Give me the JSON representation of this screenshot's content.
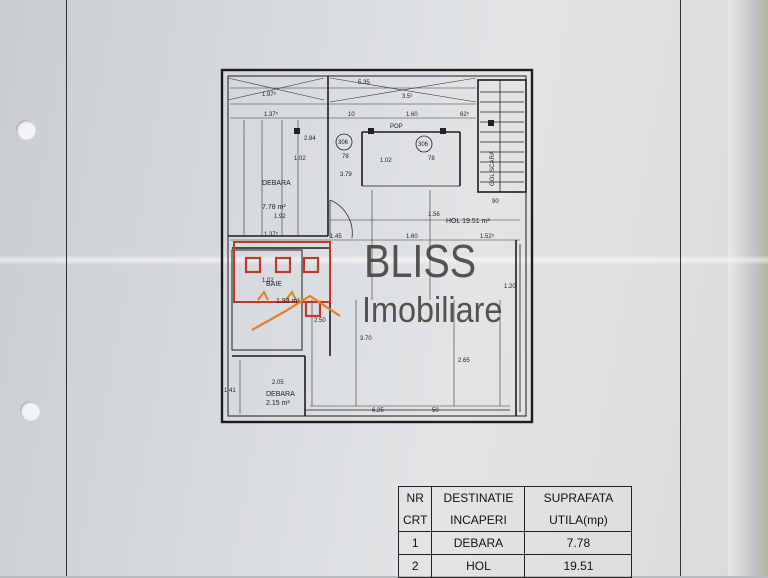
{
  "watermark": {
    "line1": "BLISS",
    "line2": "Imobiliare"
  },
  "rooms": {
    "debara1": {
      "name": "DEBARA",
      "area": "7.78 m²"
    },
    "hol": {
      "name": "HOL",
      "area": "19.51 m²"
    },
    "baie": {
      "name": "BAIE",
      "area": "1.93 m²"
    },
    "debara2": {
      "name": "DEBARA",
      "area": "2.15 m²"
    },
    "stair": "GOL SCARA"
  },
  "dimensions": {
    "top_a": "5.35",
    "top_b": "3.5²",
    "d1_97": "1.97⁵",
    "d1_37a": "1.37⁵",
    "d1_37b": "1.37⁵",
    "d1_02a": "1.02",
    "d1_02b": "1.02",
    "d1_02c": "1.02",
    "d1_92": "1.92",
    "d1_60a": "1.60",
    "d1_60b": "1.60",
    "d10": "10",
    "d90": "90",
    "d62": "62⁵",
    "d1_45": "1.45",
    "d1_52": "1.52⁵",
    "d1_56": "1.56",
    "d3_79": "3.79",
    "d2_84": "2.84",
    "d2_50": "2.50",
    "d1_20": "1.20",
    "d2_65": "2.65",
    "d3_70": "3.70",
    "d2_05": "2.05",
    "d6_25": "6.25",
    "d1_41": "1.41",
    "d50": "50",
    "d78a": "78",
    "d78b": "78",
    "d306a": "306",
    "d306b": "306",
    "pop": "POP"
  },
  "table": {
    "headers": [
      [
        "NR",
        "DESTINATIE",
        "SUPRAFATA"
      ],
      [
        "CRT",
        "INCAPERI",
        "UTILA(mp)"
      ]
    ],
    "rows": [
      {
        "nr": "1",
        "dest": "DEBARA",
        "area": "7.78"
      },
      {
        "nr": "2",
        "dest": "HOL",
        "area": "19.51"
      }
    ]
  }
}
